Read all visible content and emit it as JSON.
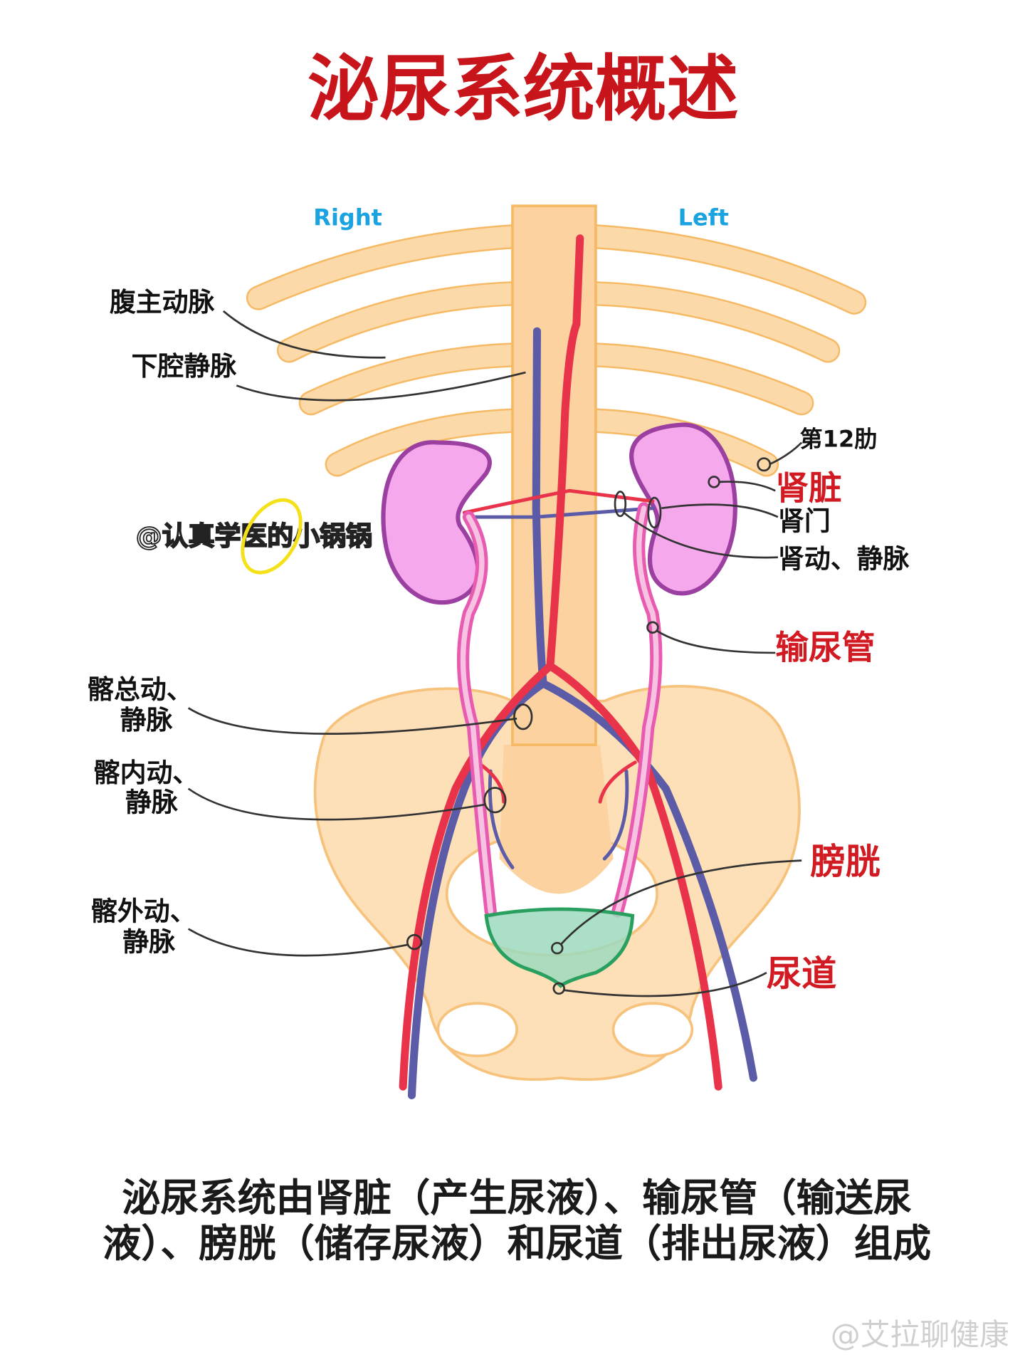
{
  "title": "泌尿系统概述",
  "orientation": {
    "right": "Right",
    "left": "Left"
  },
  "labels": {
    "aorta": "腹主动脉",
    "ivc": "下腔静脉",
    "rib12": "第12肋",
    "kidney": "肾脏",
    "hilum": "肾门",
    "renal_vessels": "肾动、静脉",
    "ureter": "输尿管",
    "common_iliac_1": "髂总动、",
    "common_iliac_2": "静脉",
    "internal_iliac_1": "髂内动、",
    "internal_iliac_2": "静脉",
    "external_iliac_1": "髂外动、",
    "external_iliac_2": "静脉",
    "bladder": "膀胱",
    "urethra": "尿道"
  },
  "caption": {
    "line1": "泌尿系统由肾脏（产生尿液）、输尿管（输送尿",
    "line2": "液）、膀胱（储存尿液）和尿道（排出尿液）组成"
  },
  "watermarks": {
    "author": "@认真学医的小锅锅",
    "source": "@艾拉聊健康"
  },
  "colors": {
    "title": "#c8151b",
    "orientation": "#1aa3e0",
    "artery": "#e8334a",
    "vein": "#5b5ba8",
    "kidney": "#f4a6e8",
    "bone": "#fcd9a8",
    "bladder": "#9ed9bd"
  }
}
